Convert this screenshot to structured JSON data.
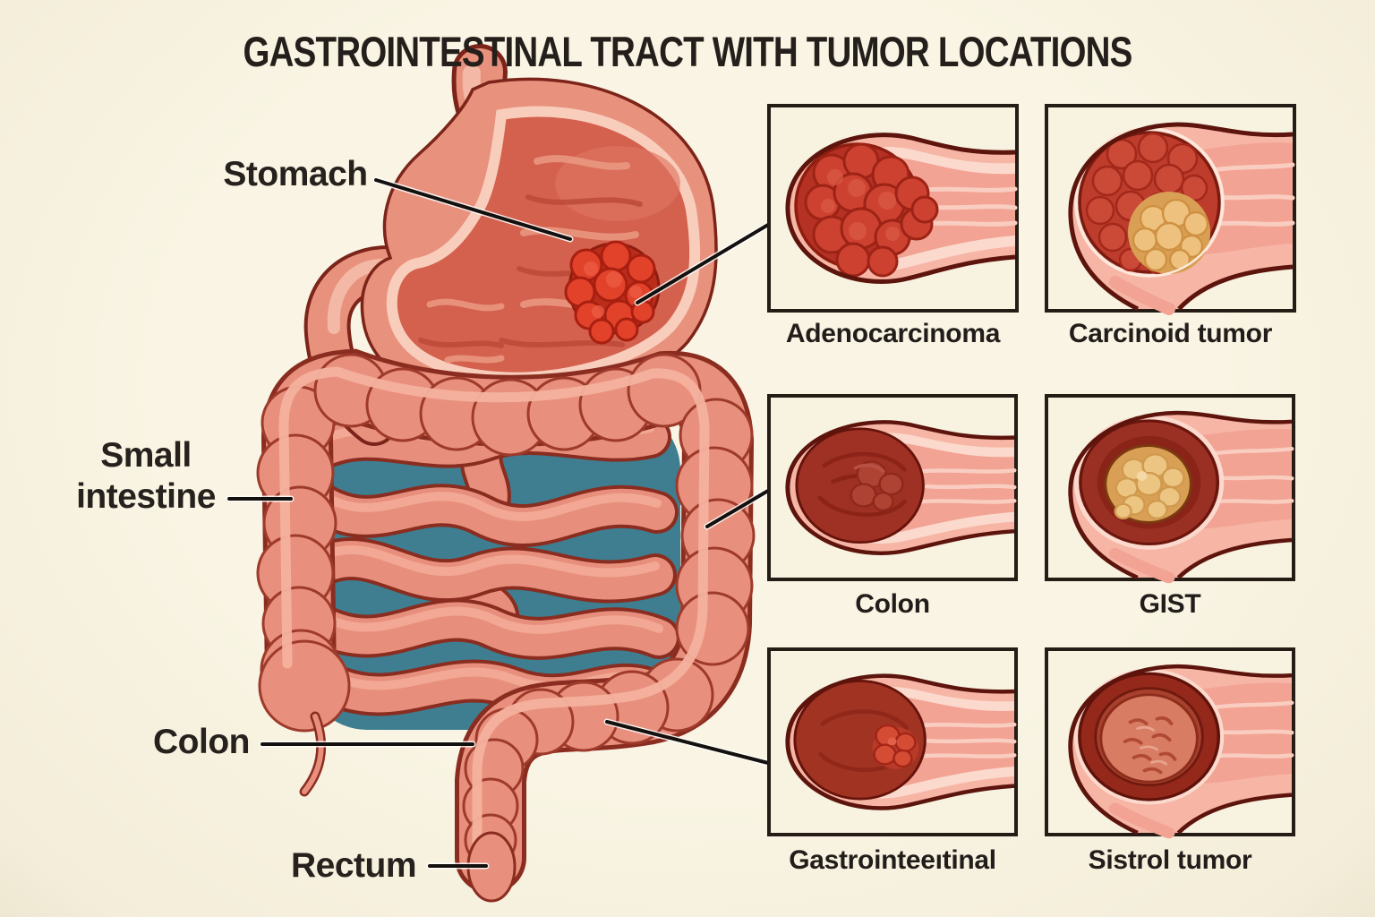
{
  "title": "GASTROINTESTINAL TRACT WITH TUMOR LOCATIONS",
  "anatomy_labels": [
    {
      "id": "stomach",
      "text": "Stomach"
    },
    {
      "id": "small-intestine",
      "text": "Small intestine"
    },
    {
      "id": "colon",
      "text": "Colon"
    },
    {
      "id": "rectum",
      "text": "Rectum"
    }
  ],
  "tumor_panels": [
    {
      "caption": "Adenocarcinoma"
    },
    {
      "caption": "Carcinoid tumor"
    },
    {
      "caption": "Colon"
    },
    {
      "caption": "GIST"
    },
    {
      "caption": "Gastrointeeıtinal"
    },
    {
      "caption": "Sistrol tumor"
    }
  ],
  "colors": {
    "background_cream": "#f8f2e0",
    "ink": "#241f1b",
    "organ_salmon": "#e78f7c",
    "organ_outline": "#8a2d20",
    "organ_highlight": "#f6bcab",
    "stomach_interior": "#d4604e",
    "lumen_dark_red": "#9e3123",
    "tumor_red": "#cd4130",
    "tumor_yellow": "#ecc27e",
    "mesentery_teal": "#3e7e90",
    "panel_border": "#241c15"
  }
}
